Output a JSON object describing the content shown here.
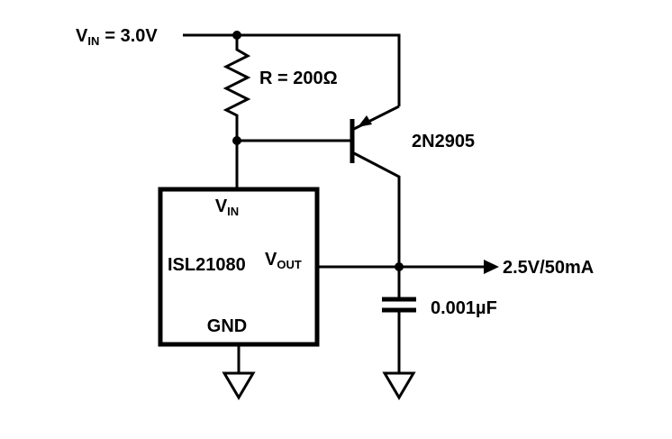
{
  "diagram": {
    "source": {
      "prefix": "V",
      "sub": "IN",
      "value": "= 3.0V"
    },
    "resistor": {
      "label": "R = 200Ω"
    },
    "transistor": {
      "label": "2N2905"
    },
    "ic": {
      "name": "ISL21080",
      "pins": {
        "vin_prefix": "V",
        "vin_sub": "IN",
        "vout_prefix": "V",
        "vout_sub": "OUT",
        "gnd": "GND"
      }
    },
    "output": {
      "label": "2.5V/50mA"
    },
    "capacitor": {
      "label": "0.001µF"
    }
  }
}
